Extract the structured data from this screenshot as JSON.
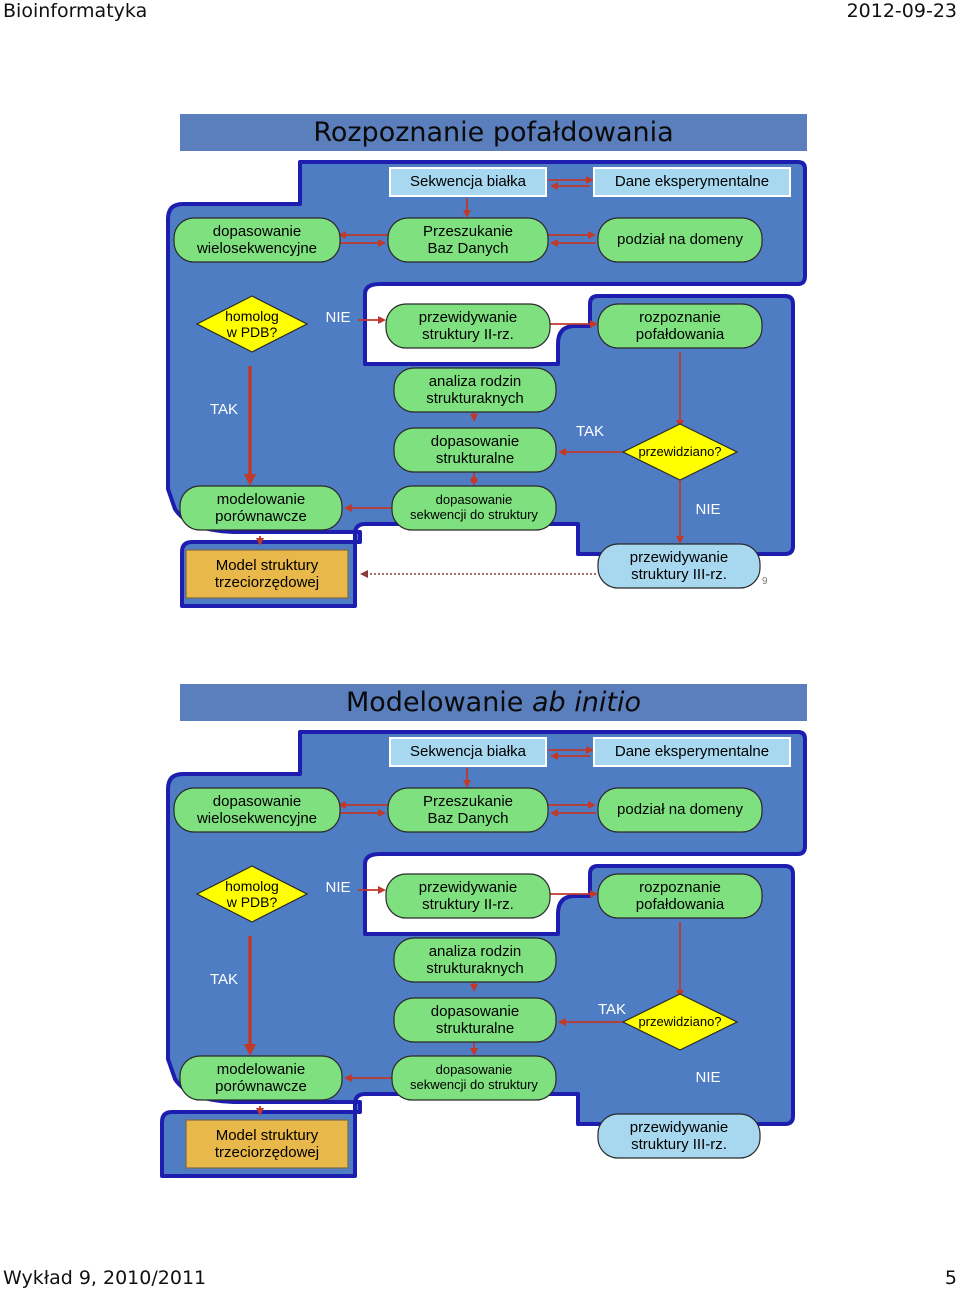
{
  "header": {
    "left": "Bioinformatyka",
    "right": "2012-09-23"
  },
  "footer": {
    "left": "Wykład 9, 2010/2011",
    "right": "5"
  },
  "slides": [
    {
      "title": "Rozpoznanie pofałdowania",
      "page_number": "9",
      "nodes": {
        "sekwencja": "Sekwencja białka",
        "dane": "Dane eksperymentalne",
        "msa": "dopasowanie\nwielosekwencyjne",
        "przeszukanie": "Przeszukanie\nBaz Danych",
        "domeny": "podział na domeny",
        "homolog": "homolog\nw PDB?",
        "ii_rz": "przewidywanie\nstruktury II-rz.",
        "rozpoznanie": "rozpoznanie\npofałdowania",
        "rodziny": "analiza rodzin\nstrukturaknych",
        "strukt": "dopasowanie\nstrukturalne",
        "przewidziano": "przewidziano?",
        "porownawcze": "modelowanie\nporównawcze",
        "sekw_strukt": "dopasowanie\nsekwencji do struktury",
        "model": "Model struktury\ntrzeciorzędowej",
        "iii_rz": "przewidywanie\nstruktury III-rz.",
        "nie_1": "NIE",
        "tak_1": "TAK",
        "tak_2": "TAK",
        "nie_2": "NIE"
      }
    },
    {
      "title_pre": "Modelowanie ",
      "title_em": "ab initio",
      "nodes": {
        "sekwencja": "Sekwencja białka",
        "dane": "Dane eksperymentalne",
        "msa": "dopasowanie\nwielosekwencyjne",
        "przeszukanie": "Przeszukanie\nBaz Danych",
        "domeny": "podział na domeny",
        "homolog": "homolog\nw PDB?",
        "ii_rz": "przewidywanie\nstruktury II-rz.",
        "rozpoznanie": "rozpoznanie\npofałdowania",
        "rodziny": "analiza rodzin\nstrukturaknych",
        "strukt": "dopasowanie\nstrukturalne",
        "przewidziano": "przewidziano?",
        "porownawcze": "modelowanie\nporównawcze",
        "sekw_strukt": "dopasowanie\nsekwencji do struktury",
        "model": "Model struktury\ntrzeciorzędowej",
        "iii_rz": "przewidywanie\nstruktury III-rz.",
        "nie_1": "NIE",
        "tak_1": "TAK",
        "tak_2": "TAK",
        "nie_2": "NIE"
      }
    }
  ],
  "colors": {
    "band": "#4f7dc3",
    "band_edge": "#1d1db0",
    "title_bar": "#5b7fbd",
    "green_box": "#7fe07f",
    "yellow_diamond": "#ffff00",
    "model_box": "#e8b84a",
    "cyan_box": "#a7d8ef",
    "arrow": "#c0392b"
  }
}
